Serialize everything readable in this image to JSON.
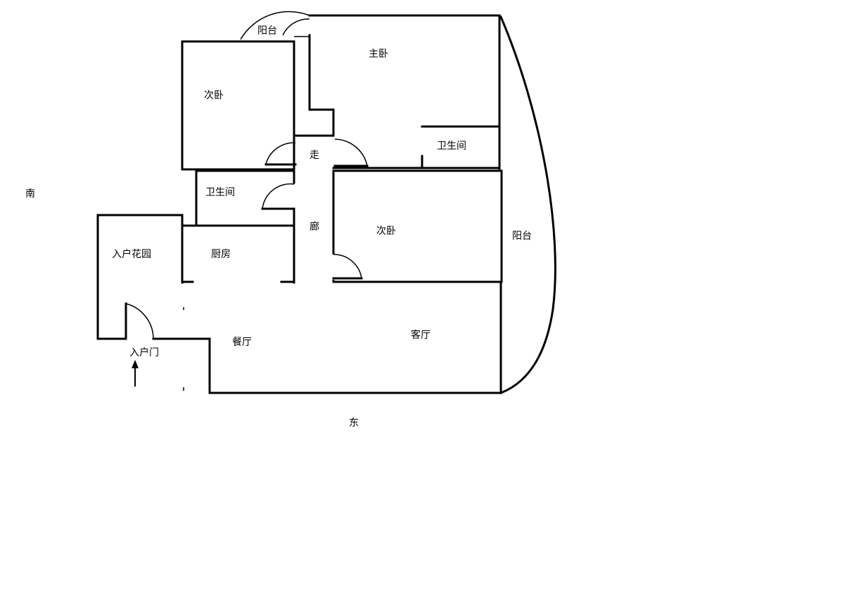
{
  "rooms": {
    "balcony_top": "阳台",
    "master_bedroom": "主卧",
    "second_bedroom_top": "次卧",
    "corridor_walk": "走",
    "corridor_lang": "廊",
    "bathroom_master": "卫生间",
    "bathroom": "卫生间",
    "second_bedroom_right": "次卧",
    "entry_garden": "入户花园",
    "kitchen": "厨房",
    "dining_room": "餐厅",
    "living_room": "客厅",
    "balcony_right": "阳台",
    "entry_door": "入户门"
  },
  "directions": {
    "south": "南",
    "east": "东"
  },
  "icons": {
    "entry_arrow": "arrow-up-icon"
  }
}
